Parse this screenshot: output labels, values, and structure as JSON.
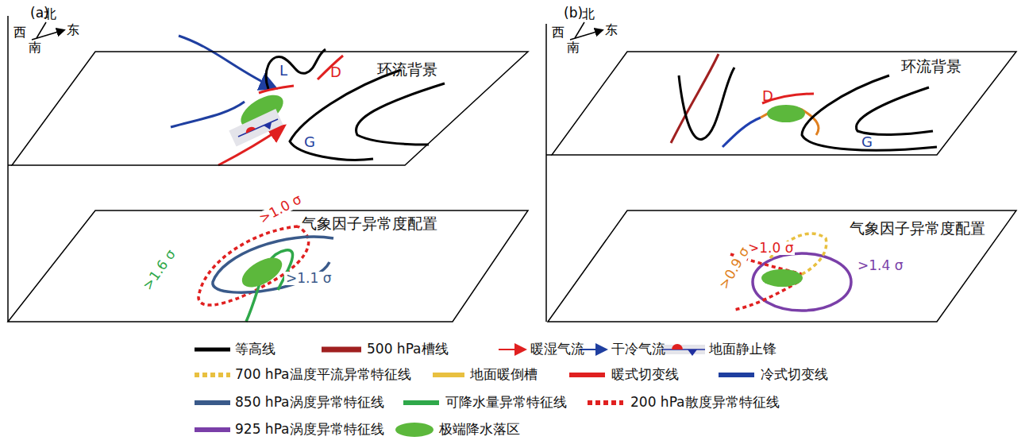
{
  "diagram": {
    "nodes": [
      {
        "text": [
          "环流背景"
        ]
      },
      {
        "text": [
          "气象因子异常度配置"
        ]
      },
      {
        "text": [
          "环流背景"
        ]
      },
      {
        "text": [
          "气象因子异常度配置"
        ]
      }
    ],
    "labels": [
      "(a)",
      "北",
      "西",
      "东",
      "南",
      "L",
      "D",
      "G",
      ">1.0 σ",
      ">1.1 σ",
      ">1.6 σ",
      "(b)",
      "北",
      "西",
      "东",
      "南",
      "D",
      "G",
      ">1.0 σ",
      ">0.9 σ",
      ">1.4 σ"
    ],
    "legend": [
      {
        "text": "等高线"
      },
      {
        "text": "500 hPa槽线"
      },
      {
        "text": "暖湿气流"
      },
      {
        "text": "干冷气流"
      },
      {
        "text": "地面静止锋"
      },
      {
        "text": "700 hPa温度平流异常特征线"
      },
      {
        "text": "地面暖倒槽"
      },
      {
        "text": "暖式切变线"
      },
      {
        "text": "冷式切变线"
      },
      {
        "text": "850 hPa涡度异常特征线"
      },
      {
        "text": "可降水量异常特征线"
      },
      {
        "text": "200 hPa散度异常特征线"
      },
      {
        "text": "925 hPa涡度异常特征线"
      },
      {
        "text": "极端降水落区"
      }
    ]
  }
}
